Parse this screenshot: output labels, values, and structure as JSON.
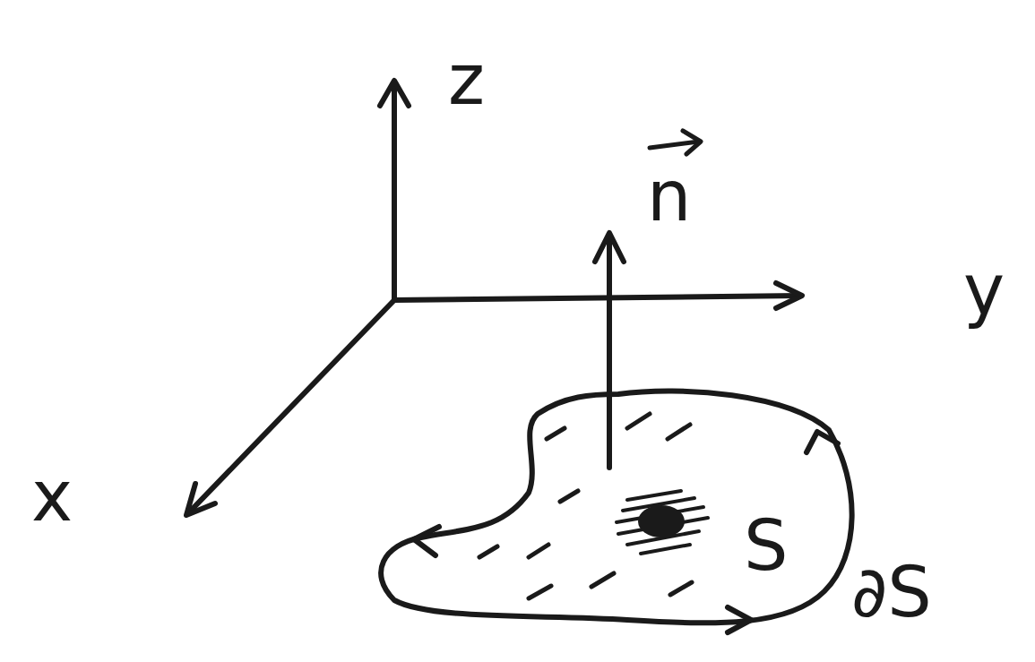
{
  "diagram": {
    "labels": [
      "z",
      "y",
      "x",
      "n",
      "S",
      "∂S"
    ]
  }
}
